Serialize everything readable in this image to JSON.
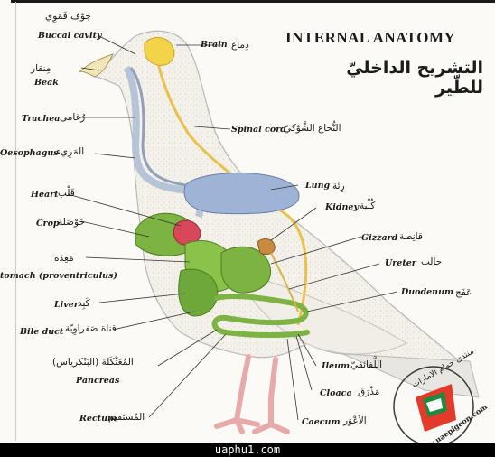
{
  "title": {
    "english": "INTERNAL ANATOMY",
    "arabic": "التشريح الداخليّ للطّير"
  },
  "labels": [
    {
      "en": "Buccal cavity",
      "ar": "جَوْف فَمَوِي"
    },
    {
      "en": "Beak",
      "ar": "مِنقار"
    },
    {
      "en": "Trachea",
      "ar": "رُغامى"
    },
    {
      "en": "Oesophagus",
      "ar": "المَرِيء"
    },
    {
      "en": "Heart",
      "ar": "قَلْب"
    },
    {
      "en": "Crop",
      "ar": "حَوْصَلة"
    },
    {
      "en": "",
      "ar": "مَعِدَة"
    },
    {
      "en": "tomach (proventriculus)",
      "ar": ""
    },
    {
      "en": "Liver",
      "ar": "كَبِد"
    },
    {
      "en": "Bile duct",
      "ar": "قناة صَفراوِيّة"
    },
    {
      "en": "Pancreas",
      "ar": "المُعَثْكَلة (البَنْكرياس)"
    },
    {
      "en": "Rectum",
      "ar": "المُستَقيم"
    },
    {
      "en": "Brain",
      "ar": "دِماغ"
    },
    {
      "en": "Spinal cord",
      "ar": "النُّخاع الشَّوْكيّ"
    },
    {
      "en": "Lung",
      "ar": "رِئة"
    },
    {
      "en": "Kidney",
      "ar": "كُلْية"
    },
    {
      "en": "Gizzard",
      "ar": "قانِصة"
    },
    {
      "en": "Ureter",
      "ar": "حالِب"
    },
    {
      "en": "Duodenum",
      "ar": "عَفَج"
    },
    {
      "en": "Ileum",
      "ar": "اللَّفائفيّ"
    },
    {
      "en": "Cloaca",
      "ar": "مَذْرَق"
    },
    {
      "en": "Caecum",
      "ar": "الأعْوَر"
    }
  ],
  "watermark": {
    "arabic": "منتدى حمام الامارات",
    "url": "www.uaepigeon.com"
  },
  "footer": "uaphu1.com",
  "colors": {
    "organ_green": "#7cb342",
    "lung_blue": "#9fb3d6",
    "nerve_yellow": "#e8c24a",
    "heart_red": "#d9475a",
    "body_outline": "#bdbdbd"
  }
}
